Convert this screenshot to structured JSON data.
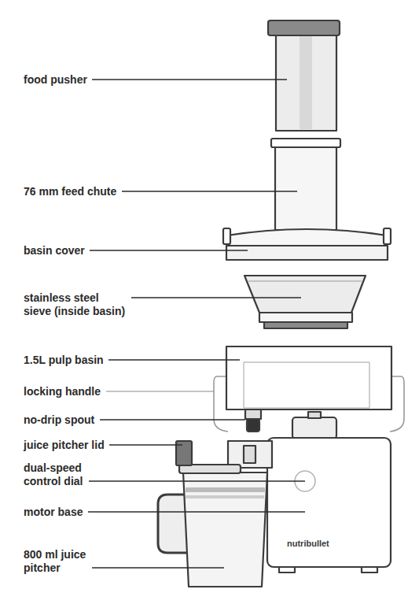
{
  "diagram": {
    "labels": [
      "food pusher",
      "76 mm feed chute",
      "basin cover",
      "stainless steel sieve (inside basin)",
      "1.5L pulp basin",
      "locking handle",
      "no-drip spout",
      "juice pitcher lid",
      "dual-speed control dial",
      "motor base",
      "800 ml juice pitcher",
      "nutribullet"
    ]
  }
}
